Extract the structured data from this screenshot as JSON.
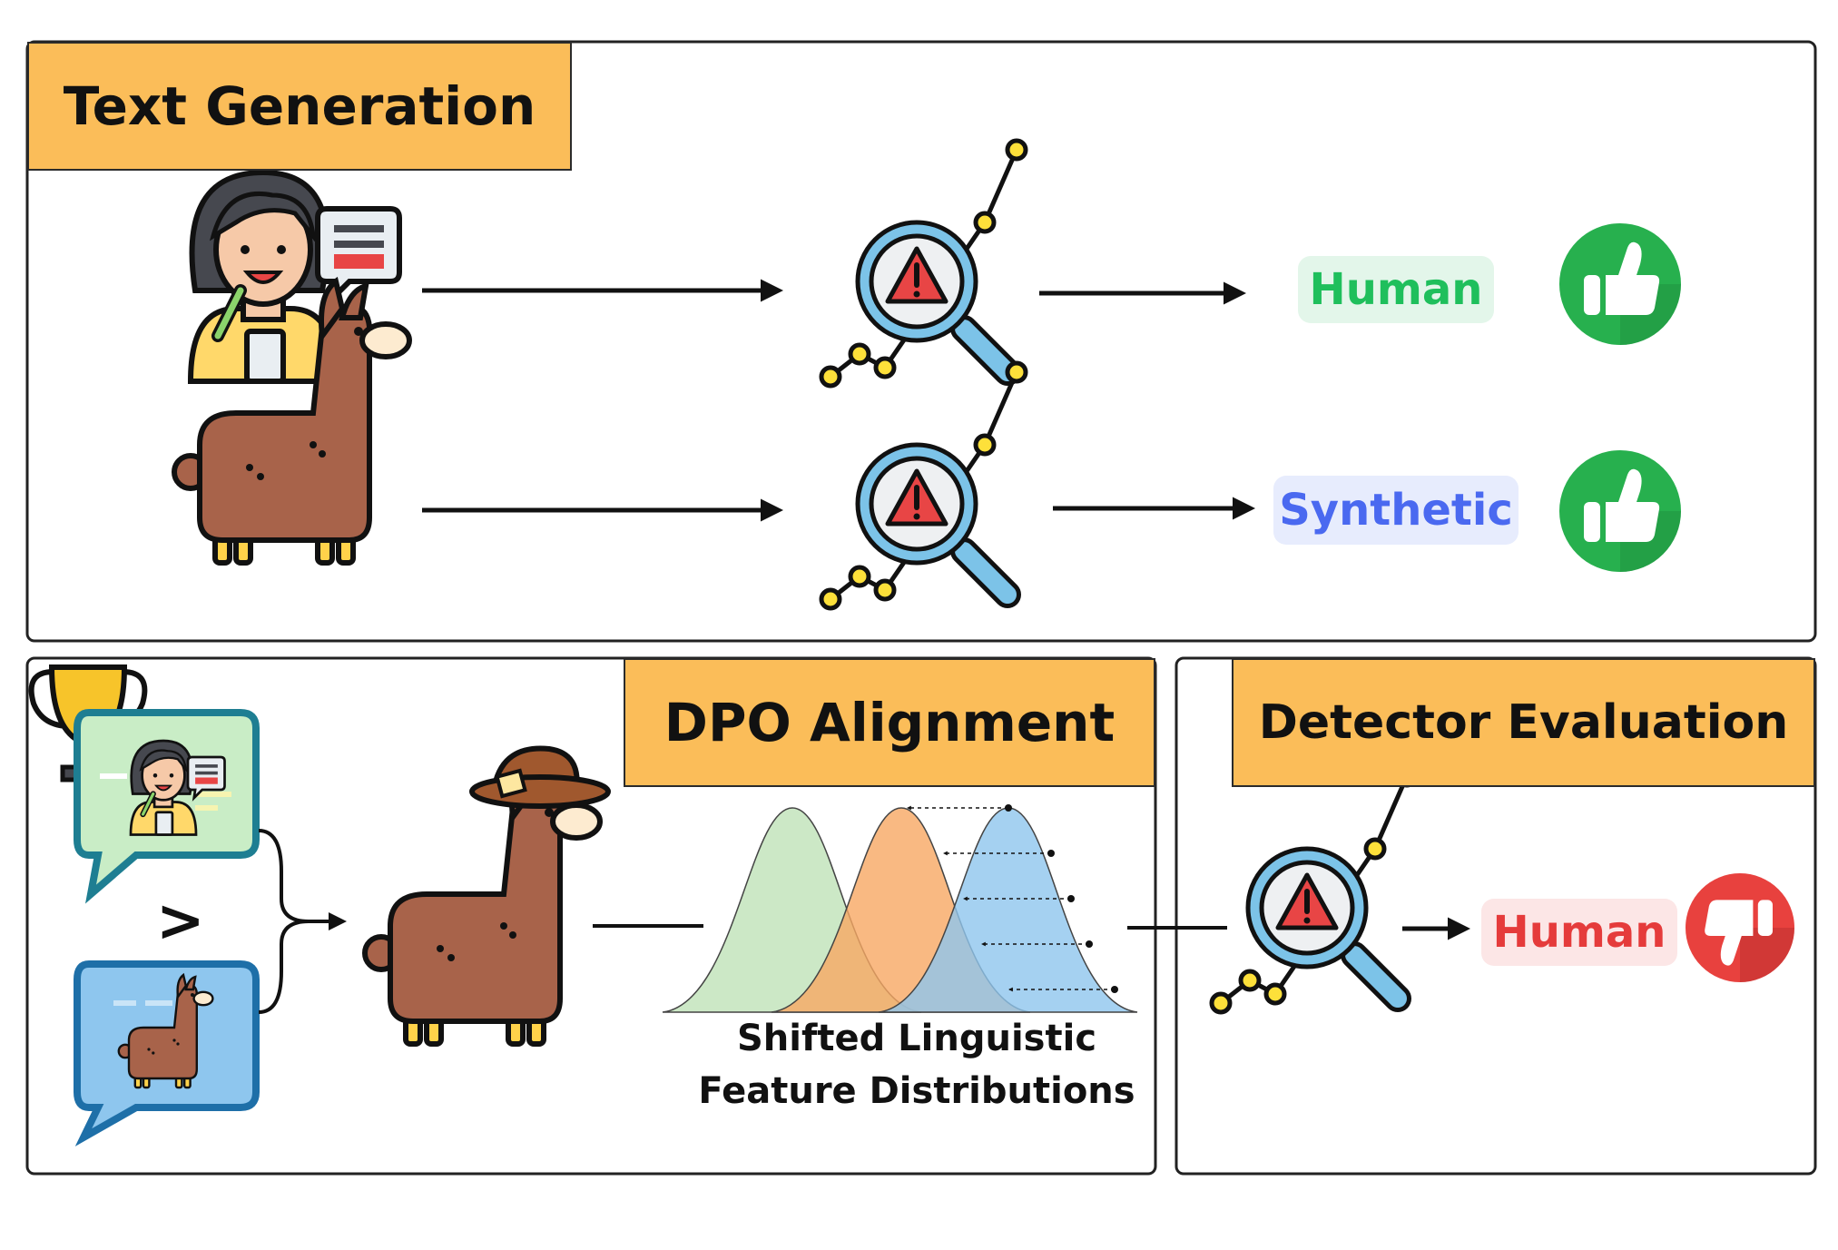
{
  "panels": {
    "text_generation": {
      "title": "Text Generation"
    },
    "dpo_alignment": {
      "title": "DPO Alignment"
    },
    "detector_evaluation": {
      "title": "Detector Evaluation"
    }
  },
  "labels": {
    "human_top": "Human",
    "synthetic": "Synthetic",
    "human_bottom": "Human",
    "preference_symbol": ">"
  },
  "caption": {
    "line1": "Shifted Linguistic",
    "line2": "Feature Distributions"
  },
  "colors": {
    "header": "#FBBD59",
    "human_green_text": "#1FBF5C",
    "human_green_pill": "#E3F6EA",
    "synthetic_blue_text": "#4A69F0",
    "synthetic_blue_pill": "#E7ECFD",
    "human_red_text": "#E53B3B",
    "human_red_pill": "#FCE6E6",
    "thumbs_green": "#27B04E",
    "thumbs_red": "#E8413E",
    "llama_brown": "#A8634A",
    "dist_green": "#C6E6C0",
    "dist_orange": "#F7AF73",
    "dist_blue": "#8EC6EE"
  },
  "icons": [
    "woman-writer-icon",
    "llama-icon",
    "detector-magnifier-icon",
    "thumbs-up-icon",
    "thumbs-down-icon",
    "trophy-icon",
    "detective-llama-icon"
  ]
}
